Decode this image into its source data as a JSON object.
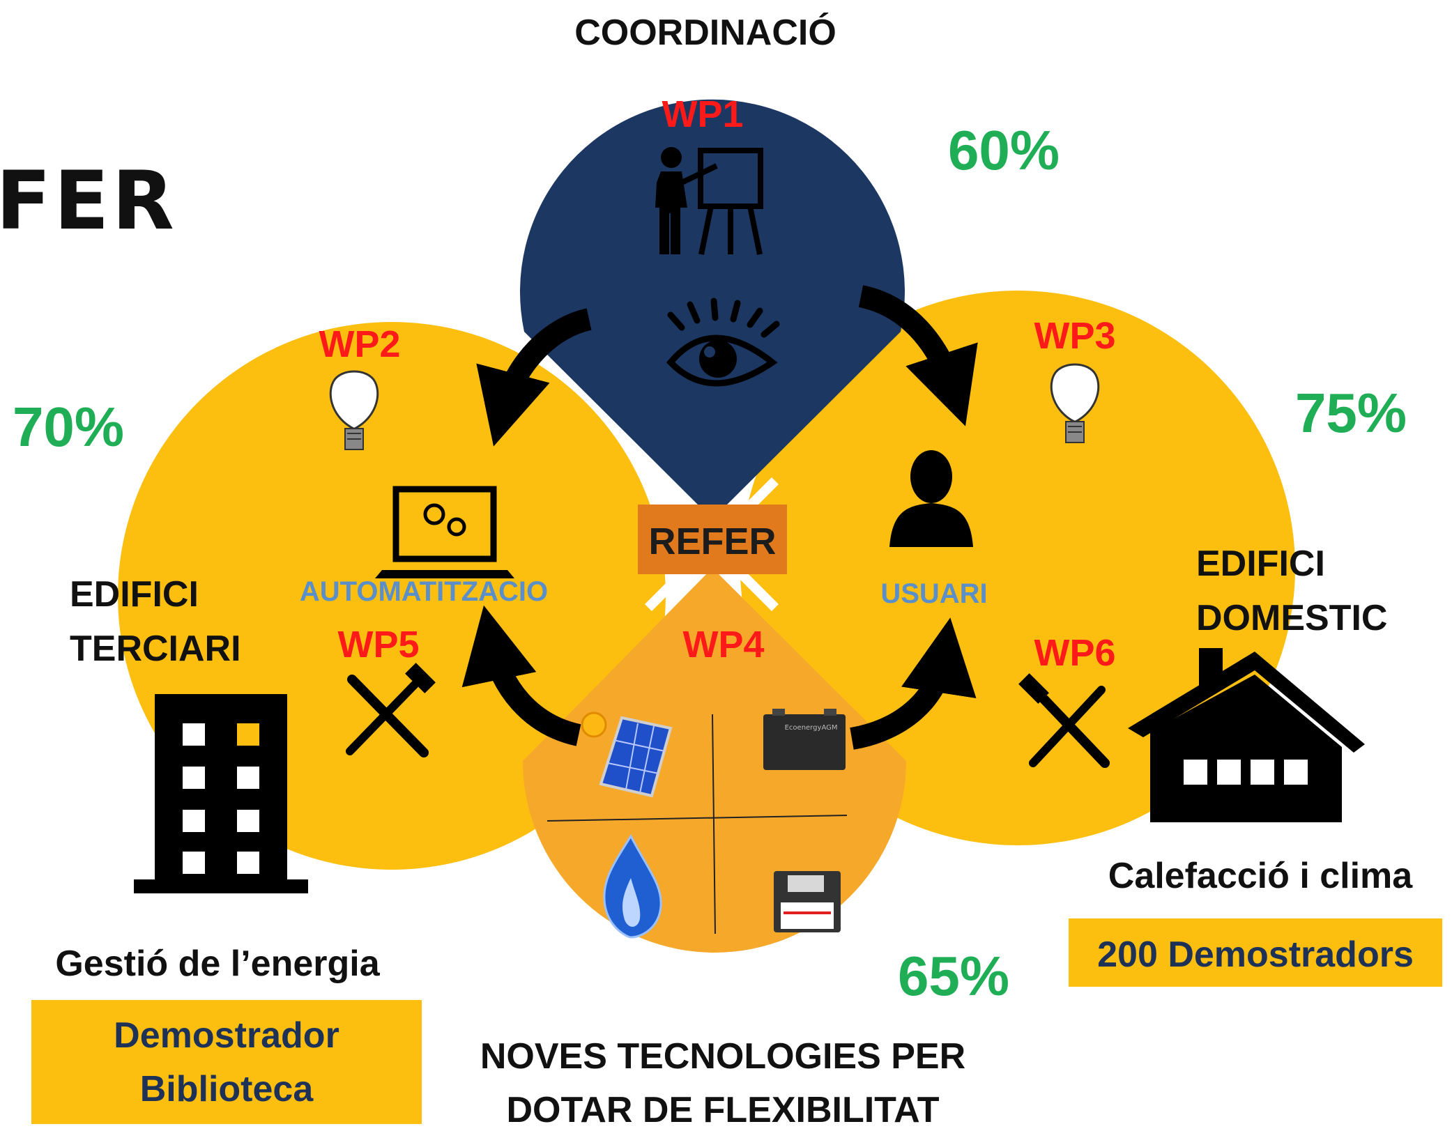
{
  "logo_text": "FER",
  "center_label": "REFER",
  "coordination": {
    "title": "COORDINACIÓ",
    "wp": "WP1",
    "percent": "60%"
  },
  "left_circle": {
    "wp_top": "WP2",
    "wp_bottom": "WP5",
    "label": "AUTOMATITZACIO",
    "percent": "70%"
  },
  "right_circle": {
    "wp_top": "WP3",
    "wp_bottom": "WP6",
    "label": "USUARI",
    "percent": "75%"
  },
  "bottom_drop": {
    "wp": "WP4",
    "percent": "65%",
    "caption_line1": "NOVES TECNOLOGIES PER",
    "caption_line2": "DOTAR DE FLEXIBILITAT"
  },
  "tertiary": {
    "title_line1": "EDIFICI",
    "title_line2": "TERCIARI",
    "subtitle": "Gestió de l’energia",
    "box_line1": "Demostrador",
    "box_line2": "Biblioteca"
  },
  "domestic": {
    "title_line1": "EDIFICI",
    "title_line2": "DOMESTIC",
    "subtitle": "Calefacció i clima",
    "box": "200 Demostradors"
  },
  "battery_labels": {
    "brand": "Ecoenergy",
    "model": "AGM"
  },
  "colors": {
    "navy": "#1c3761",
    "yellow": "#fcbf10",
    "orange_drop": "#f6a82b",
    "refer_box": "#e07a1c",
    "wp_red": "#ff1a1a",
    "percent_green": "#1fae55",
    "label_blue": "#5b8fc9",
    "box_text": "#1e3257"
  }
}
